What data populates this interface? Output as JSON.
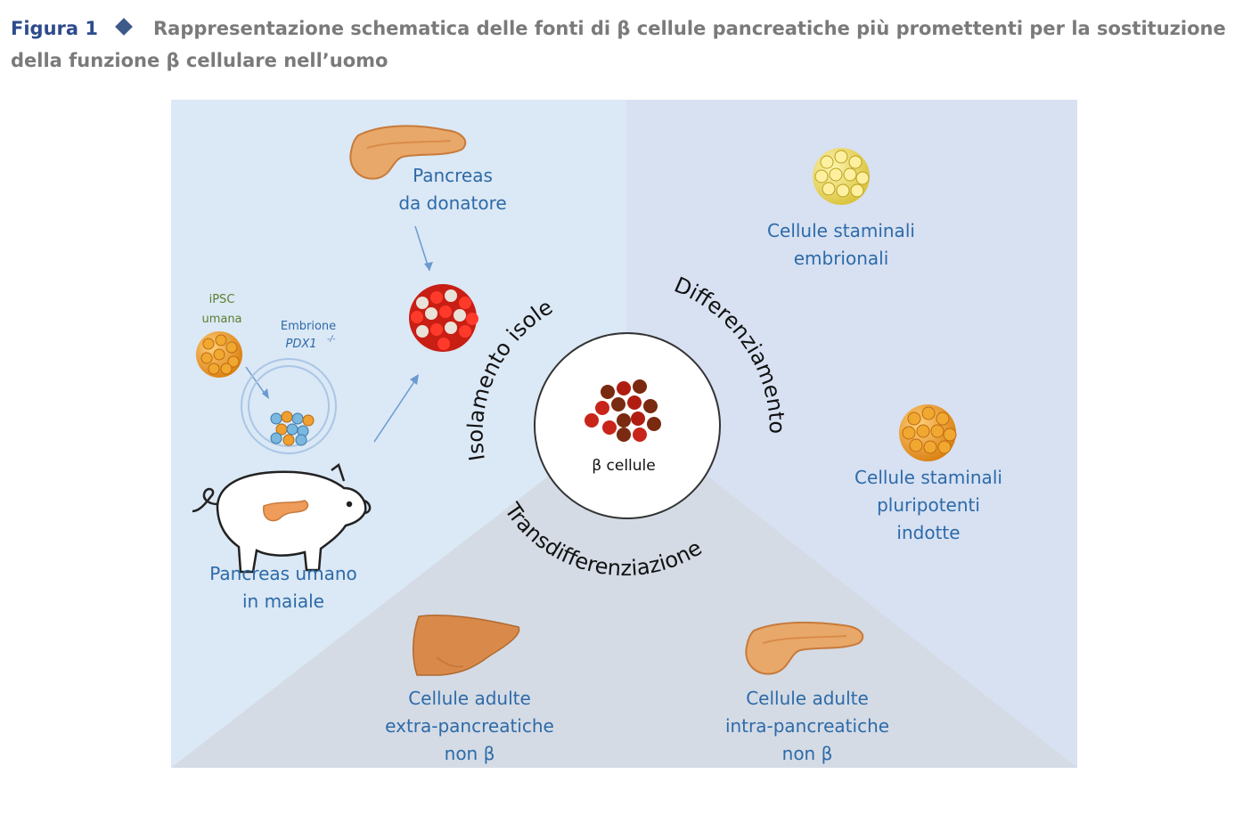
{
  "caption": {
    "figure_label": "Figura 1",
    "title": "Rappresentazione schematica delle fonti di β cellule pancreatiche più promettenti per la sostituzione della funzione β cellulare nell’uomo"
  },
  "center": {
    "label": "β cellule"
  },
  "arc_labels": {
    "left": "Isolamento isole",
    "right": "Differenziamento",
    "bottom": "Transdifferenziazione"
  },
  "sources": {
    "donor_pancreas": [
      "Pancreas",
      "da donatore"
    ],
    "embryonic_stem": [
      "Cellule staminali",
      "embrionali"
    ],
    "ipsc_induced": [
      "Cellule staminali",
      "pluripotenti",
      "indotte"
    ],
    "pig": [
      "Pancreas umano",
      "in maiale"
    ],
    "extra_pancreatic": [
      "Cellule adulte",
      "extra-pancreatiche",
      "non β"
    ],
    "intra_pancreatic": [
      "Cellule adulte",
      "intra-pancreatiche",
      "non β"
    ],
    "ipsc_human": [
      "iPSC",
      "umana"
    ],
    "embryo": [
      "Embrione",
      "PDX1",
      "-/-"
    ]
  },
  "colors": {
    "left_panel": "#dbe8f5",
    "right_panel": "#d7e1f2",
    "bottom_panel": "#d4dbe5",
    "label_blue": "#2d6aa8",
    "ipsc_green": "#5a7f2e",
    "caption_blue": "#2d4b8c"
  }
}
